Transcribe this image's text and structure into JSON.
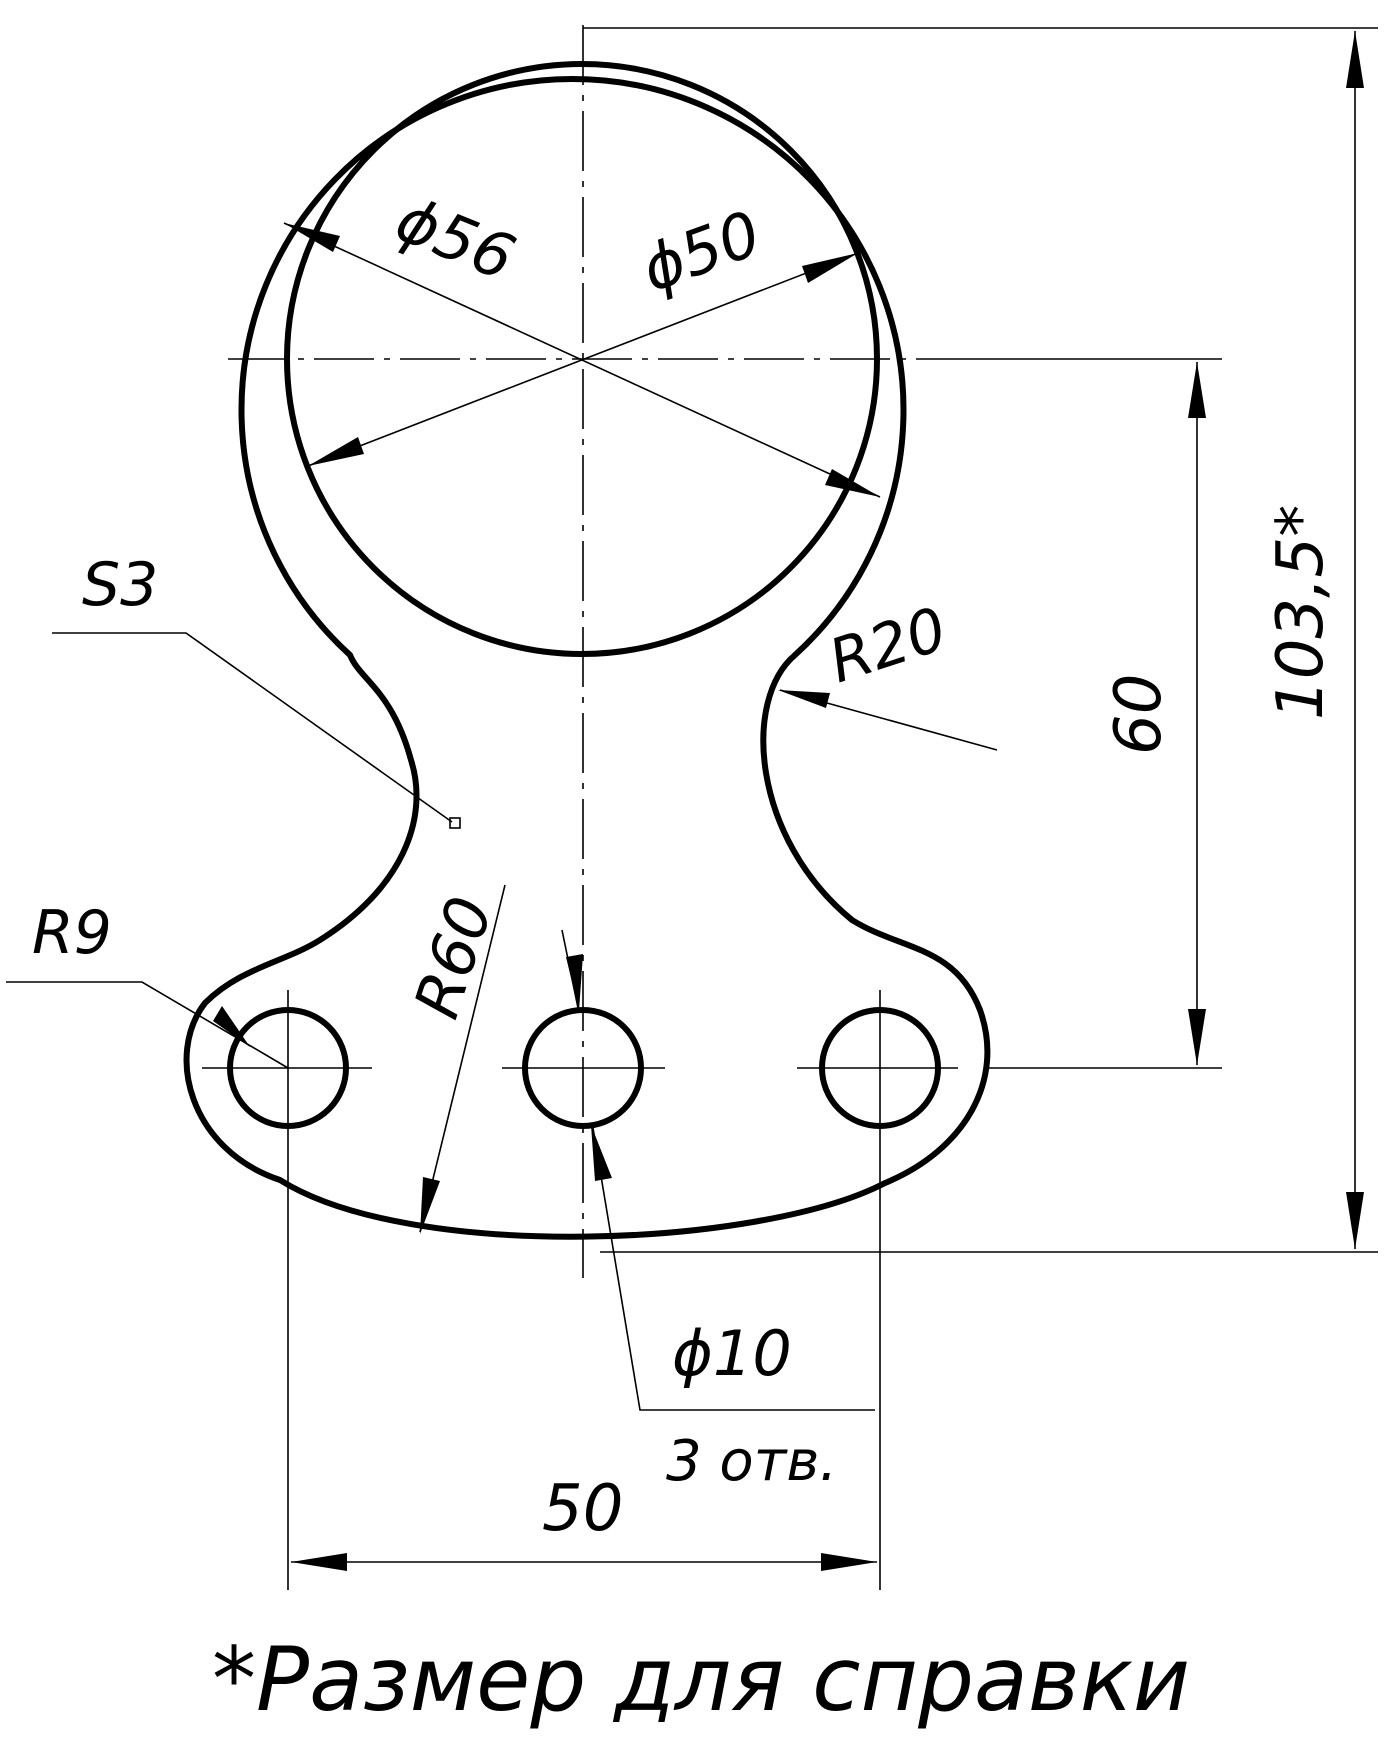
{
  "drawing": {
    "dimensions": {
      "outer_diameter": "ϕ56",
      "inner_diameter": "ϕ50",
      "thickness": "S3",
      "fillet_radius": "R20",
      "center_distance": "60",
      "overall_height": "103,5*",
      "bottom_radius": "R60",
      "lobe_radius": "R9",
      "hole_diameter": "ϕ10",
      "hole_count": "3 отв.",
      "hole_spacing": "50"
    },
    "note": "*Размер для справки"
  }
}
